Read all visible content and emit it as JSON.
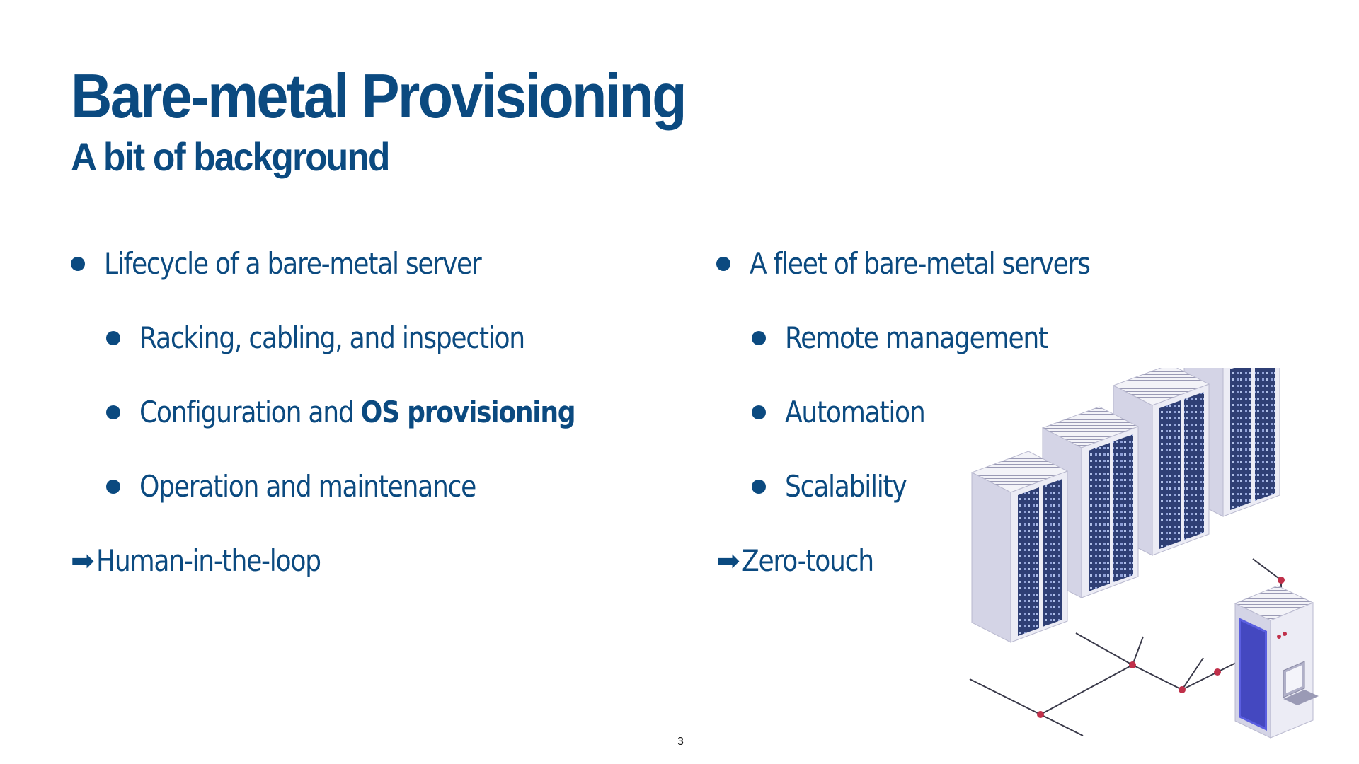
{
  "slide": {
    "title": "Bare-metal Provisioning",
    "subtitle": "A bit of background",
    "page_number": "3"
  },
  "left_column": {
    "heading": "Lifecycle of a bare-metal server",
    "items": [
      "Racking, cabling, and inspection",
      "Configuration and ",
      "Operation and maintenance"
    ],
    "item2_bold": "OS provisioning",
    "arrow_symbol": "➡",
    "conclusion": "Human-in-the-loop"
  },
  "right_column": {
    "heading": "A fleet of bare-metal servers",
    "items": [
      "Remote management",
      "Automation",
      "Scalability"
    ],
    "arrow_symbol": "➡",
    "conclusion": "Zero-touch"
  },
  "colors": {
    "accent": "#0b4a80",
    "rack_face": "#e8e8f2",
    "rack_side": "#c9c9dc",
    "rack_slot": "#2f3f75",
    "link_dot": "#c0304a",
    "console_screen": "#5a5ee0"
  },
  "illustration": {
    "icon": "server-racks-network-illustration"
  }
}
